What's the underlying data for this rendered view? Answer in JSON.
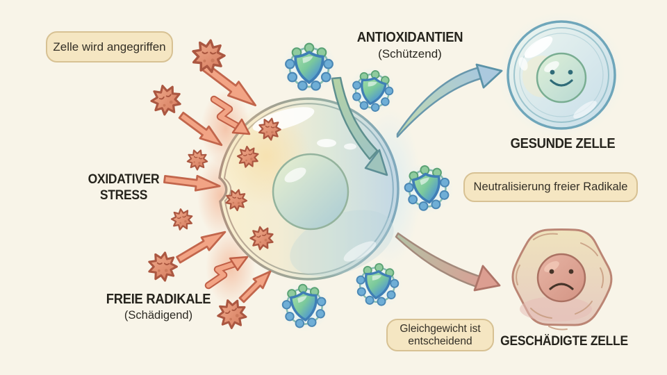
{
  "callouts": {
    "attack": "Zelle wird angegriffen",
    "neutralization": "Neutralisierung freier Radikale",
    "balance_line1": "Gleichgewicht ist",
    "balance_line2": "entscheidend"
  },
  "headings": {
    "antioxidants_title": "ANTIOXIDANTIEN",
    "antioxidants_subtitle": "(Schützend)",
    "oxidative_stress_line1": "OXIDATIVER",
    "oxidative_stress_line2": "STRESS",
    "free_radicals_title": "FREIE RADIKALE",
    "free_radicals_subtitle": "(Schädigend)",
    "healthy_cell_label": "GESUNDE ZELLE",
    "damaged_cell_label": "GESCHÄDIGTE ZELLE"
  },
  "icons": {
    "free_radical": "spiky-radical-icon",
    "antioxidant": "shield-molecule-icon",
    "healthy_face": "smiley-face-icon",
    "damaged_face": "sad-face-icon",
    "attack_arrow": "straight-arrow-icon",
    "lightning": "lightning-arrow-icon"
  },
  "counts": {
    "free_radicals": 10,
    "antioxidants": 5,
    "attack_arrows": 5,
    "lightning_arrows": 2
  },
  "colors": {
    "background": "#f8f4e8",
    "callout_fill": "#f5e6c2",
    "callout_border": "#d7c193",
    "heading_text": "#26241d",
    "radical_fill": "#e9997a",
    "radical_outline": "#ab5741",
    "attack_arrow_fill": "#f2a485",
    "attack_arrow_outline": "#c2664c",
    "antioxidant_green": "#86cf9f",
    "antioxidant_blue": "#529bd5",
    "healthy_cell_outline": "#6fa6ba",
    "damaged_cell_outline": "#bb8574",
    "healthy_arrow": "#aac9de",
    "damaged_arrow": "#d99f92",
    "neutralize_arrow": "#9fc4bc"
  }
}
